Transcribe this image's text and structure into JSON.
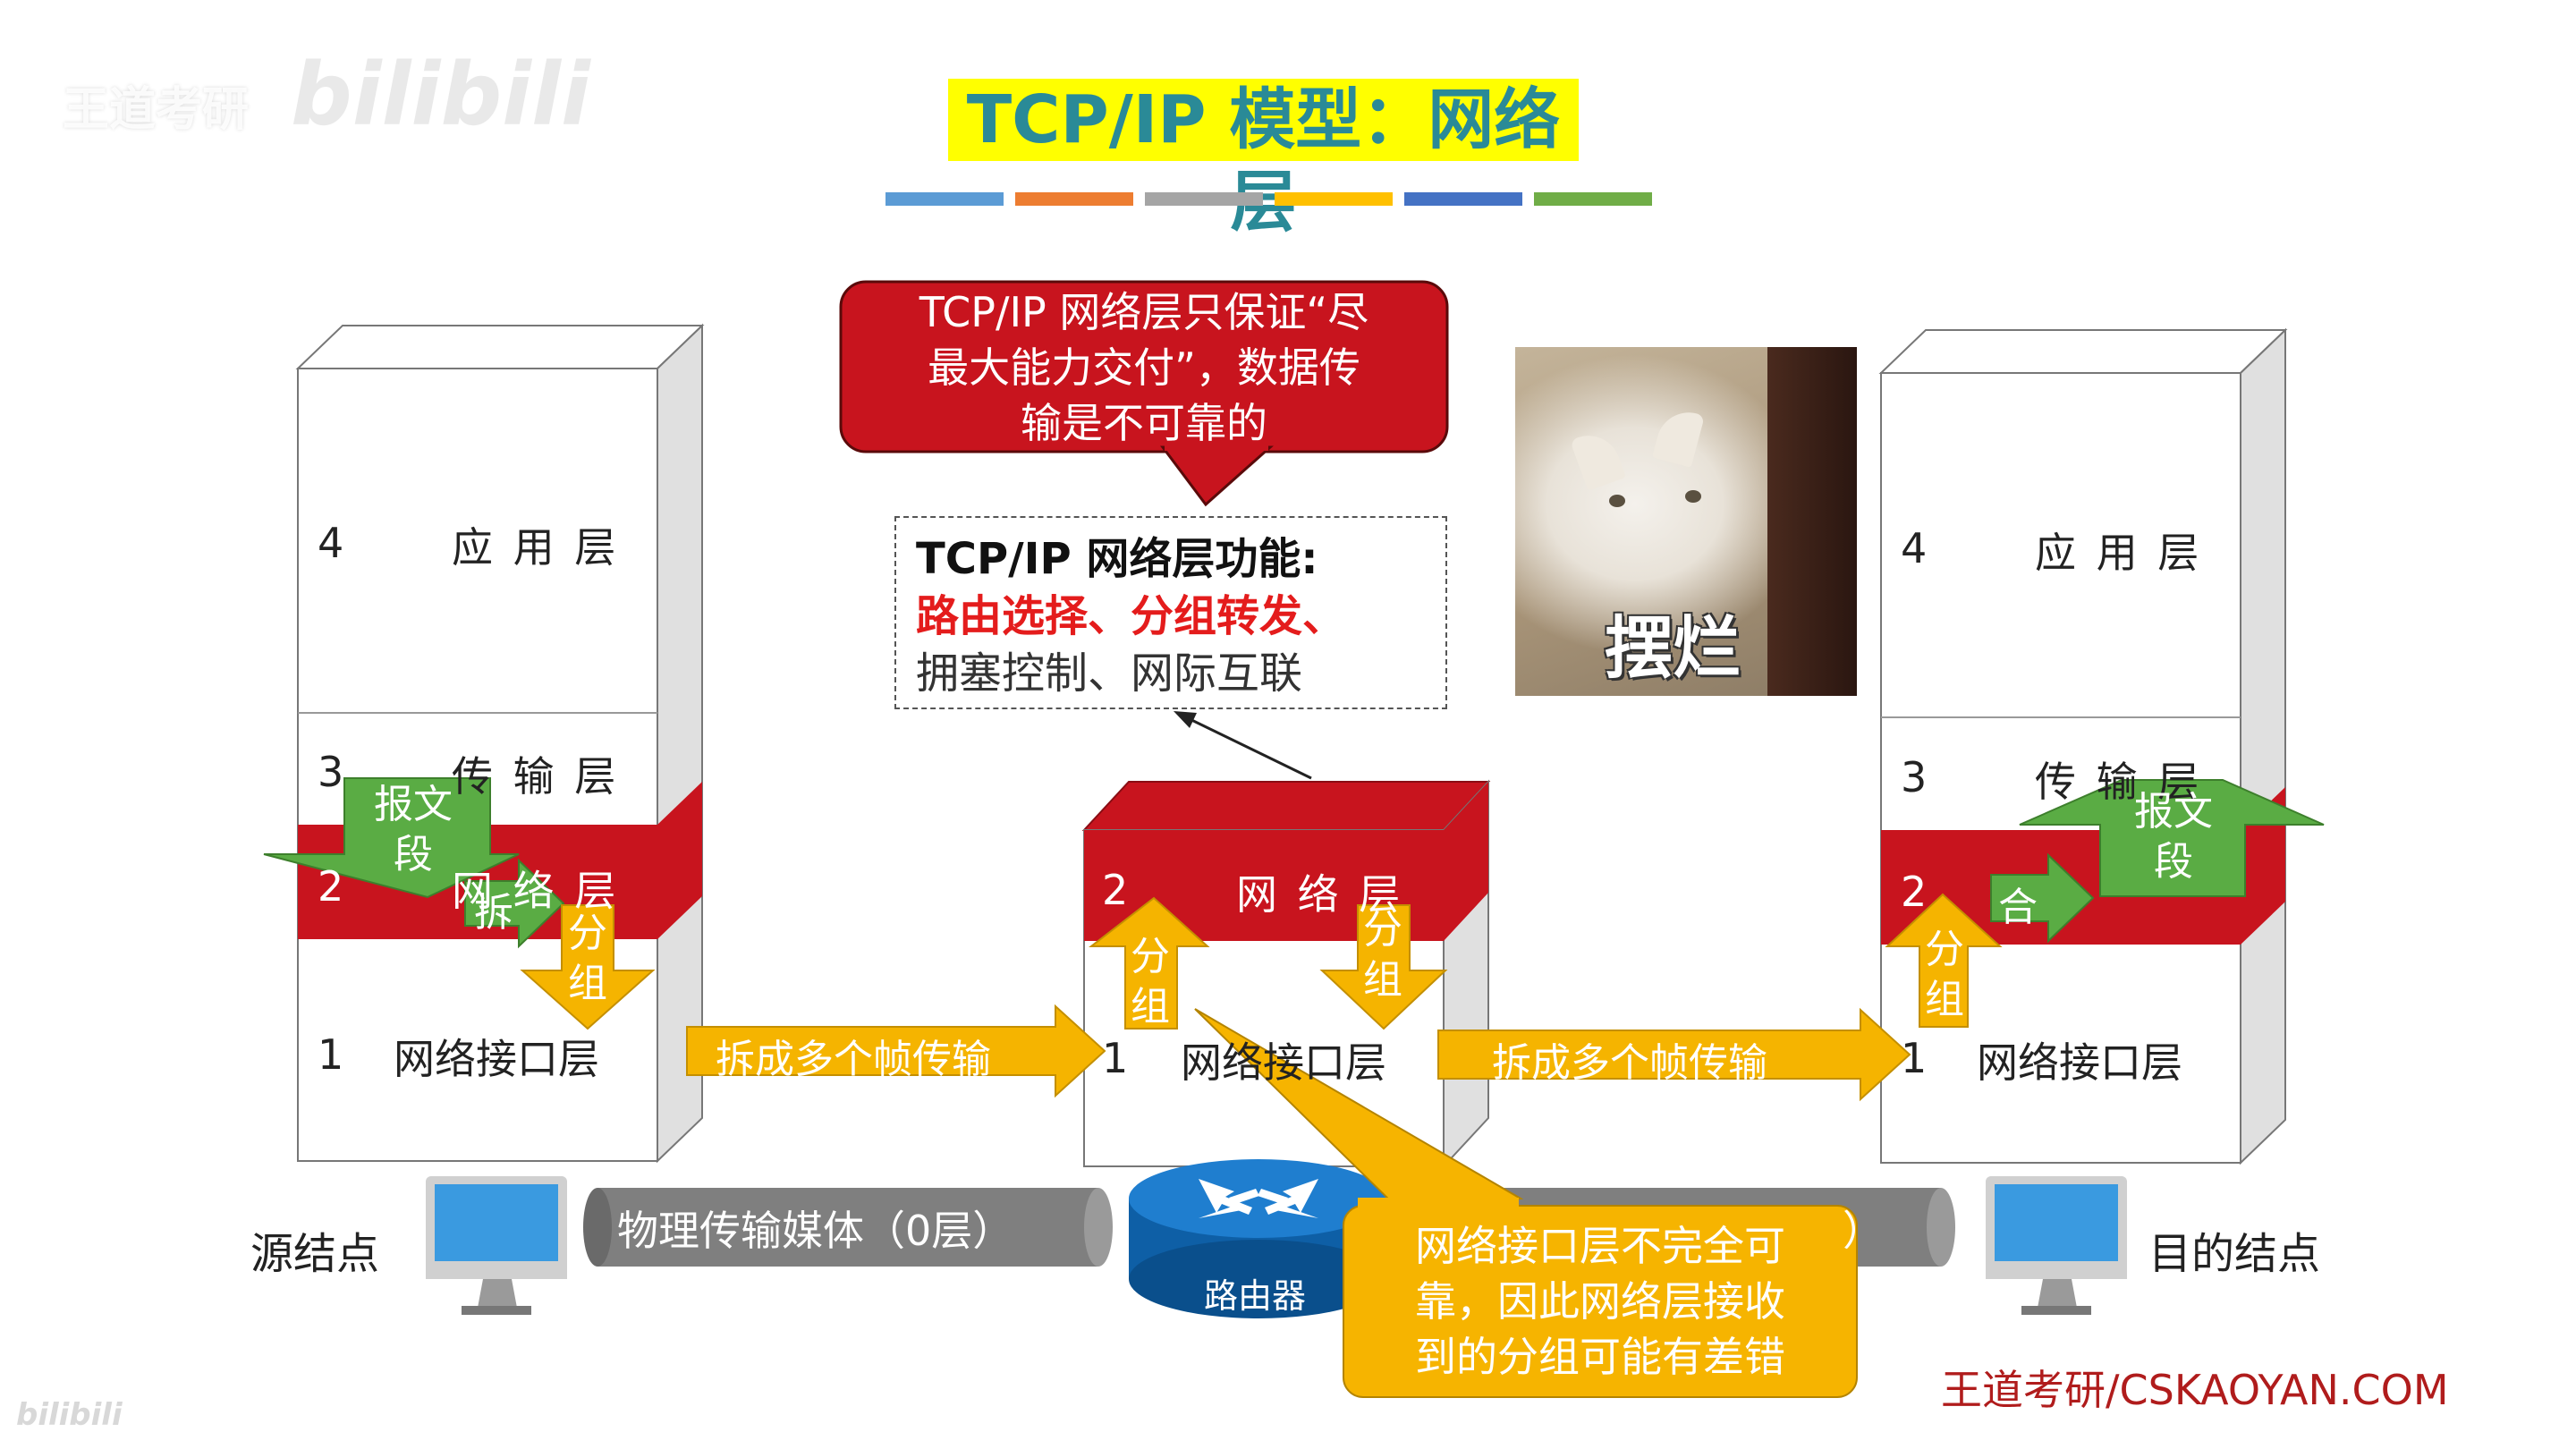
{
  "title": "TCP/IP 模型：网络层",
  "watermark": "王道考研",
  "watermark_logo": "bilibili",
  "footer": "王道考研/CSKAOYAN.COM",
  "callout_red": "TCP/IP 网络层只保证“尽最大能力交付”，数据传输是不可靠的",
  "callout_red_lines": [
    "TCP/IP 网络层只保证“尽",
    "最大能力交付”，数据传",
    "输是不可靠的"
  ],
  "function_box": {
    "heading": "TCP/IP 网络层功能:",
    "line2": "路由选择、分组转发、",
    "line3": "拥塞控制、网际互联"
  },
  "meme_caption": "摆烂",
  "layers": {
    "l4_num": "4",
    "l4": "应 用 层",
    "l3_num": "3",
    "l3": "传 输 层",
    "l2_num": "2",
    "l2": "网 络 层",
    "l1_num": "1",
    "l1": "网络接口层"
  },
  "arrows": {
    "segment": "报文段",
    "segment_a": "报文",
    "segment_b": "段",
    "split": "拆",
    "merge": "合",
    "packet_a": "分",
    "packet_b": "组",
    "frames": "拆成多个帧传输"
  },
  "bottom": {
    "source": "源结点",
    "dest": "目的结点",
    "medium": "物理传输媒体（0层）",
    "medium_tail": "）",
    "router": "路由器"
  },
  "callout_yellow_lines": [
    "网络接口层不完全可",
    "靠，因此网络层接收",
    "到的分组可能有差错"
  ],
  "colors": {
    "title_bg": "#ffff00",
    "title_text": "#2a8a97",
    "red": "#c8141e",
    "orange": "#f5b400",
    "green": "#5aac44",
    "callout_yellow": "#f6b400",
    "footer": "#b01c1c",
    "bars": [
      "#5b9bd5",
      "#ed7d31",
      "#a5a5a5",
      "#ffc000",
      "#4472c4",
      "#70ad47"
    ]
  }
}
